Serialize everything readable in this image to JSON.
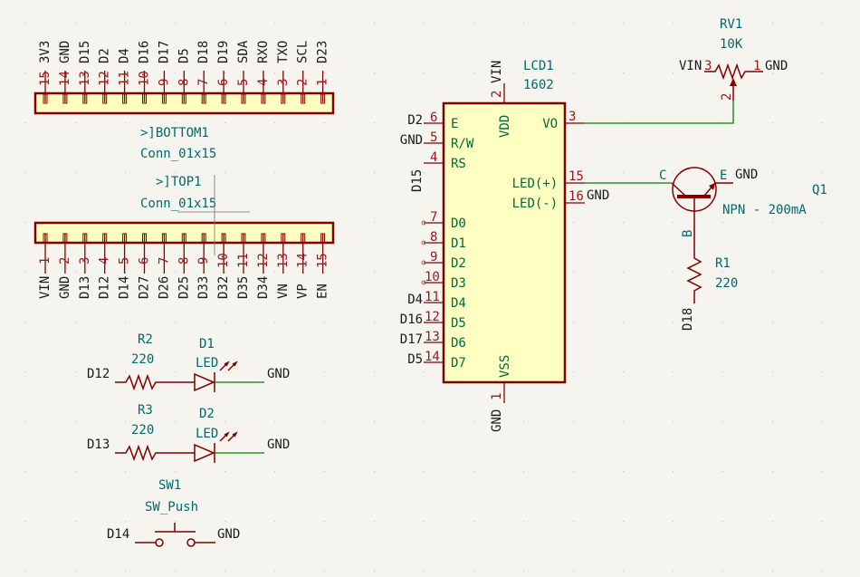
{
  "schematic": {
    "connector_bottom": {
      "ref": ">]BOTTOM1",
      "value": "Conn_01x15",
      "pins": [
        {
          "num": "15",
          "net": "3V3"
        },
        {
          "num": "14",
          "net": "GND"
        },
        {
          "num": "13",
          "net": "D15"
        },
        {
          "num": "12",
          "net": "D2"
        },
        {
          "num": "11",
          "net": "D4"
        },
        {
          "num": "10",
          "net": "D16"
        },
        {
          "num": "9",
          "net": "D17"
        },
        {
          "num": "8",
          "net": "D5"
        },
        {
          "num": "7",
          "net": "D18"
        },
        {
          "num": "6",
          "net": "D19"
        },
        {
          "num": "5",
          "net": "SDA"
        },
        {
          "num": "4",
          "net": "RXO"
        },
        {
          "num": "3",
          "net": "TXO"
        },
        {
          "num": "2",
          "net": "SCL"
        },
        {
          "num": "1",
          "net": "D23"
        }
      ]
    },
    "connector_top": {
      "ref": ">]TOP1",
      "value": "Conn_01x15",
      "pins": [
        {
          "num": "1",
          "net": "VIN"
        },
        {
          "num": "2",
          "net": "GND"
        },
        {
          "num": "3",
          "net": "D13"
        },
        {
          "num": "4",
          "net": "D12"
        },
        {
          "num": "5",
          "net": "D14"
        },
        {
          "num": "6",
          "net": "D27"
        },
        {
          "num": "7",
          "net": "D26"
        },
        {
          "num": "8",
          "net": "D25"
        },
        {
          "num": "9",
          "net": "D33"
        },
        {
          "num": "10",
          "net": "D32"
        },
        {
          "num": "11",
          "net": "D35"
        },
        {
          "num": "12",
          "net": "D34"
        },
        {
          "num": "13",
          "net": "VN"
        },
        {
          "num": "14",
          "net": "VP"
        },
        {
          "num": "15",
          "net": "EN"
        }
      ]
    },
    "lcd": {
      "ref": "LCD1",
      "value": "1602",
      "top_pin": {
        "num": "2",
        "name": "VDD",
        "net": "VIN"
      },
      "bottom_pin": {
        "num": "1",
        "name": "VSS",
        "net": "GND"
      },
      "left_pins": [
        {
          "num": "6",
          "name": "E",
          "net": "D2"
        },
        {
          "num": "5",
          "name": "R/W",
          "net": "GND"
        },
        {
          "num": "4",
          "name": "RS",
          "net": "D15"
        },
        {
          "num": "7",
          "name": "D0",
          "net": ""
        },
        {
          "num": "8",
          "name": "D1",
          "net": ""
        },
        {
          "num": "9",
          "name": "D2",
          "net": ""
        },
        {
          "num": "10",
          "name": "D3",
          "net": ""
        },
        {
          "num": "11",
          "name": "D4",
          "net": "D4"
        },
        {
          "num": "12",
          "name": "D5",
          "net": "D16"
        },
        {
          "num": "13",
          "name": "D6",
          "net": "D17"
        },
        {
          "num": "14",
          "name": "D7",
          "net": "D5"
        }
      ],
      "right_pins": [
        {
          "num": "3",
          "name": "VO",
          "net": ""
        },
        {
          "num": "15",
          "name": "LED(+)",
          "net": ""
        },
        {
          "num": "16",
          "name": "LED(-)",
          "net": "GND"
        }
      ]
    },
    "rv1": {
      "ref": "RV1",
      "value": "10K",
      "pin3": "3",
      "pin1": "1",
      "pin2": "2",
      "net_left": "VIN",
      "net_right": "GND"
    },
    "q1": {
      "ref": "Q1",
      "value": "NPN - 200mA",
      "c": "C",
      "e": "E",
      "b": "B",
      "net_e": "GND"
    },
    "r1": {
      "ref": "R1",
      "value": "220",
      "net": "D18"
    },
    "r2": {
      "ref": "R2",
      "value": "220",
      "net": "D12"
    },
    "d1": {
      "ref": "D1",
      "value": "LED",
      "net": "GND"
    },
    "r3": {
      "ref": "R3",
      "value": "220",
      "net": "D13"
    },
    "d2": {
      "ref": "D2",
      "value": "LED",
      "net": "GND"
    },
    "sw1": {
      "ref": "SW1",
      "value": "SW_Push",
      "net_left": "D14",
      "net_right": "GND"
    }
  }
}
